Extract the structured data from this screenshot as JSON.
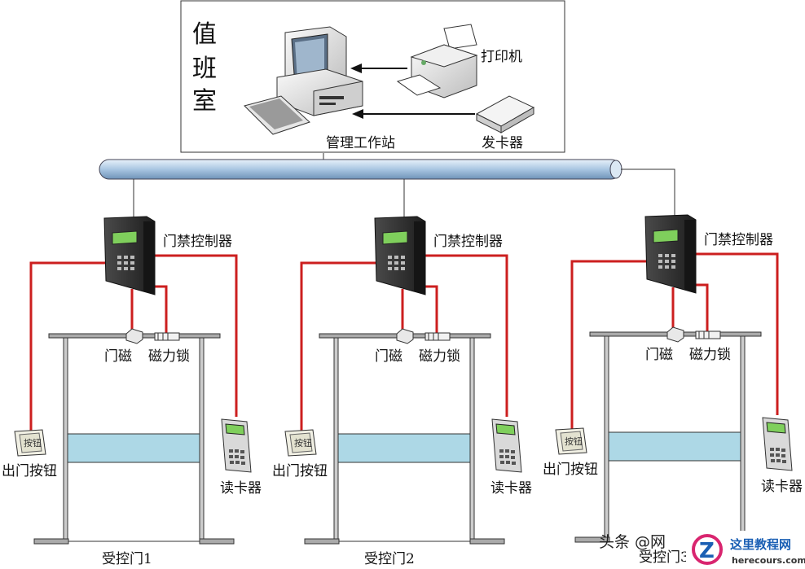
{
  "duty_room": {
    "title_chars": [
      "值",
      "班",
      "室"
    ],
    "workstation_label": "管理工作站",
    "printer_label": "打印机",
    "card_issuer_label": "发卡器"
  },
  "doors": [
    {
      "controller_label": "门禁控制器",
      "door_magnet_label": "门磁",
      "mag_lock_label": "磁力锁",
      "exit_button_label": "出门按钮",
      "exit_button_text": "按钮",
      "card_reader_label": "读卡器",
      "door_label": "受控门1"
    },
    {
      "controller_label": "门禁控制器",
      "door_magnet_label": "门磁",
      "mag_lock_label": "磁力锁",
      "exit_button_label": "出门按钮",
      "exit_button_text": "按钮",
      "card_reader_label": "读卡器",
      "door_label": "受控门2"
    },
    {
      "controller_label": "门禁控制器",
      "door_magnet_label": "门磁",
      "mag_lock_label": "磁力锁",
      "exit_button_label": "出门按钮",
      "exit_button_text": "按钮",
      "card_reader_label": "读卡器",
      "door_label": "受控门3"
    }
  ],
  "watermark": {
    "left_text": "头条 @网",
    "logo_title": "这里教程网",
    "logo_url": "herecours.com"
  },
  "colors": {
    "wire_red": "#cc1f1f",
    "bus_fill": "#b9d3ea",
    "door_glass": "#add8e6",
    "controller_dark": "#2a2a2a",
    "lcd_green": "#7fcf5c"
  }
}
